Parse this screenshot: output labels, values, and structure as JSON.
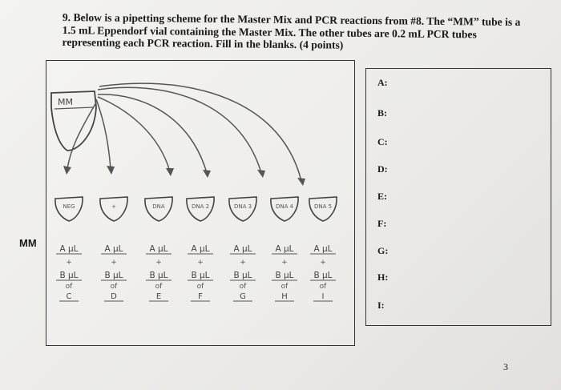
{
  "question": {
    "text": "9. Below is a pipetting scheme for the Master Mix and PCR reactions from #8. The “MM” tube is a 1.5 mL Eppendorf vial containing the Master Mix. The other tubes are 0.2 mL PCR tubes representing each PCR reaction. Fill in the blanks. (4 points)"
  },
  "diagram": {
    "mm_tube_label": "MM",
    "mm_row_label": "MM",
    "tube_labels": [
      "NEG",
      "+",
      "DNA",
      "DNA 2",
      "DNA 3",
      "DNA 4",
      "DNA 5"
    ],
    "tubes": [
      {
        "a_text": "A µL",
        "plus": "+",
        "b_text": "B µL",
        "of": "of",
        "letter": "C"
      },
      {
        "a_text": "A µL",
        "plus": "+",
        "b_text": "B µL",
        "of": "of",
        "letter": "D"
      },
      {
        "a_text": "A µL",
        "plus": "+",
        "b_text": "B µL",
        "of": "of",
        "letter": "E"
      },
      {
        "a_text": "A µL",
        "plus": "+",
        "b_text": "B µL",
        "of": "of",
        "letter": "F"
      },
      {
        "a_text": "A µL",
        "plus": "+",
        "b_text": "B µL",
        "of": "of",
        "letter": "G"
      },
      {
        "a_text": "A µL",
        "plus": "+",
        "b_text": "B µL",
        "of": "of",
        "letter": "H"
      },
      {
        "a_text": "A µL",
        "plus": "+",
        "b_text": "B µL",
        "of": "of",
        "letter": "I"
      }
    ]
  },
  "answers": [
    "A:",
    "B:",
    "C:",
    "D:",
    "E:",
    "F:",
    "G:",
    "H:",
    "I:"
  ],
  "page_number": "3"
}
